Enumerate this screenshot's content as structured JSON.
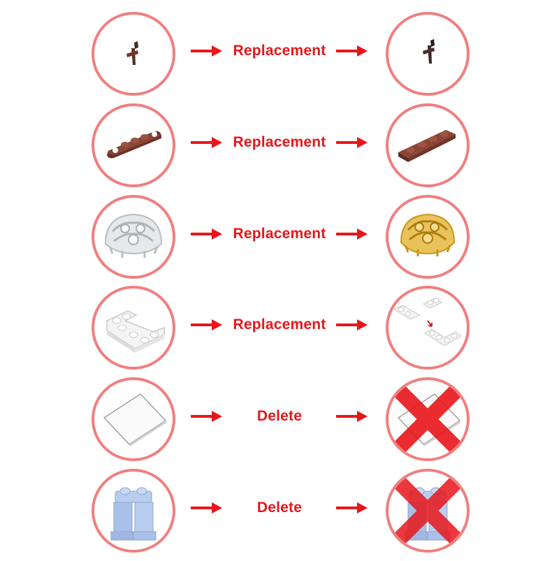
{
  "colors": {
    "accent": "#e8161b",
    "circle_border": "#f07f7f",
    "cross": "#e8161b"
  },
  "rows": [
    {
      "action": "Replacement",
      "before_icon": "bar-with-clip-part-icon",
      "after_icon": "bar-with-clip-part-icon"
    },
    {
      "action": "Replacement",
      "before_icon": "plate-with-holes-icon",
      "after_icon": "plate-1x4-icon"
    },
    {
      "action": "Replacement",
      "before_icon": "clear-dome-icon",
      "after_icon": "amber-dome-icon"
    },
    {
      "action": "Replacement",
      "before_icon": "corner-plate-icon",
      "after_icon": "split-plates-icon"
    },
    {
      "action": "Delete",
      "before_icon": "transparent-sheet-icon",
      "after_icon": "transparent-sheet-crossed-icon"
    },
    {
      "action": "Delete",
      "before_icon": "minifig-legs-icon",
      "after_icon": "minifig-legs-crossed-icon"
    }
  ]
}
